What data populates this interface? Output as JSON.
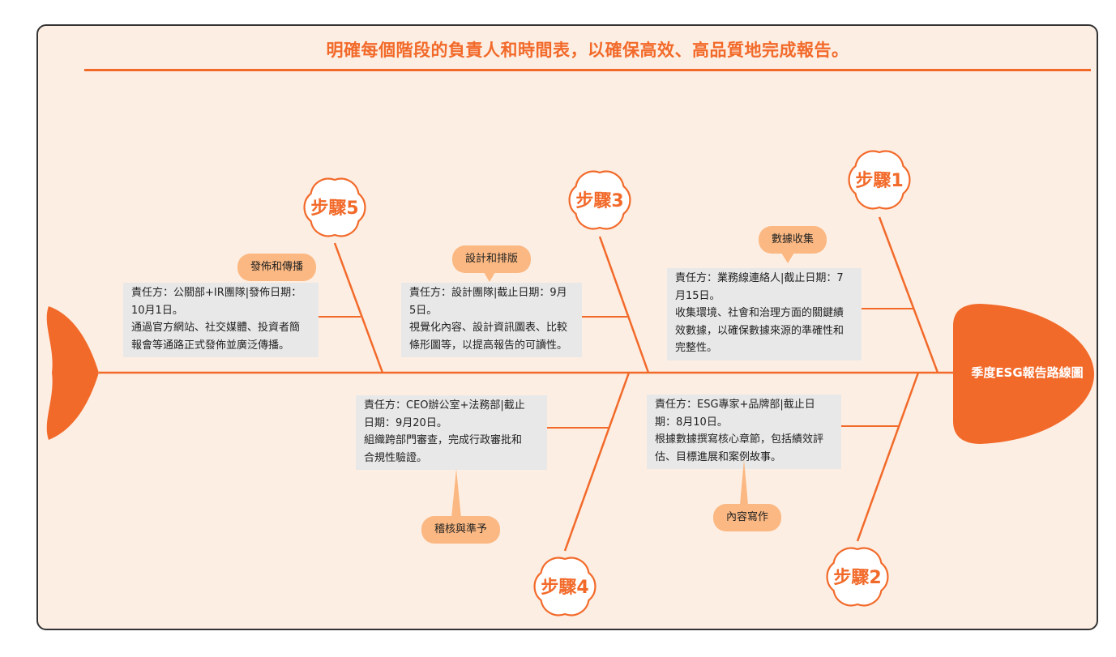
{
  "title": "明確每個階段的負責人和時間表，以確保高效、高品質地完成報告。",
  "head_label": "季度ESG報告路線圖",
  "colors": {
    "accent": "#f26a2a",
    "background": "#fdeee3",
    "bubble": "#fbb882",
    "box": "#e8e8e8",
    "frame": "#333333"
  },
  "steps": [
    {
      "label": "步驟1",
      "phase": "數據收集",
      "text": [
        "責任方：業務線連絡人|截止日期：7",
        "月15日。",
        "收集環境、社會和治理方面的關鍵績",
        "效數據，以確保數據來源的準確性和",
        "完整性。"
      ]
    },
    {
      "label": "步驟2",
      "phase": "內容寫作",
      "text": [
        "責任方：ESG專家+品牌部|截止日",
        "期：8月10日。",
        "根據數據撰寫核心章節，包括績效評",
        "估、目標進展和案例故事。"
      ]
    },
    {
      "label": "步驟3",
      "phase": "設計和排版",
      "text": [
        "責任方：設計團隊|截止日期：9月",
        "5日。",
        "視覺化內容、設計資訊圖表、比較",
        "條形圖等，以提高報告的可讀性。"
      ]
    },
    {
      "label": "步驟4",
      "phase": "稽核與準予",
      "text": [
        "責任方：CEO辦公室+法務部|截止",
        "日期：9月20日。",
        "組織跨部門審查，完成行政審批和",
        "合規性驗證。"
      ]
    },
    {
      "label": "步驟5",
      "phase": "發佈和傳播",
      "text": [
        "責任方：公關部+IR團隊|發佈日期：",
        "10月1日。",
        "通過官方網站、社交媒體、投資者簡",
        "報會等通路正式發佈並廣泛傳播。"
      ]
    }
  ]
}
